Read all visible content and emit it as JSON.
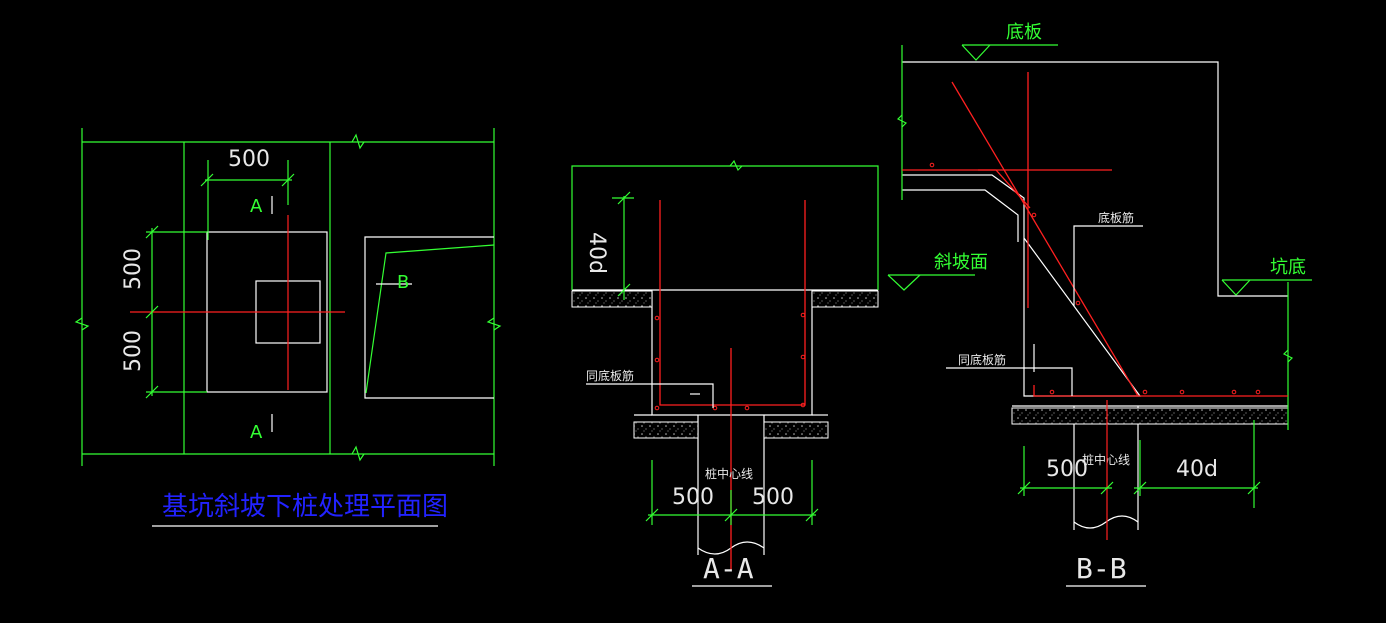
{
  "colors": {
    "background": "#000000",
    "outline": "#ffffff",
    "dimension": "#33ff33",
    "rebar": "#ff2020",
    "title": "#2222ff"
  },
  "plan": {
    "dim_top": "500",
    "dim_left_upper": "500",
    "dim_left_lower": "500",
    "cut_mark_top": "A",
    "cut_mark_bottom": "A",
    "cut_mark_b": "B",
    "title": "基坑斜坡下桩处理平面图"
  },
  "section_aa": {
    "dim_height": "40d",
    "slope_label": "斜坡面",
    "rebar_label": "同底板筋",
    "pile_label": "桩中心线",
    "dim_left": "500",
    "dim_right": "500",
    "title": "A-A"
  },
  "section_bb": {
    "slab_label": "底板",
    "bottom_rebar_label": "底板筋",
    "pit_bottom_label": "坑底",
    "rebar_label": "同底板筋",
    "pile_label": "桩中心线",
    "dim_left": "500",
    "dim_right": "40d",
    "title": "B-B"
  }
}
